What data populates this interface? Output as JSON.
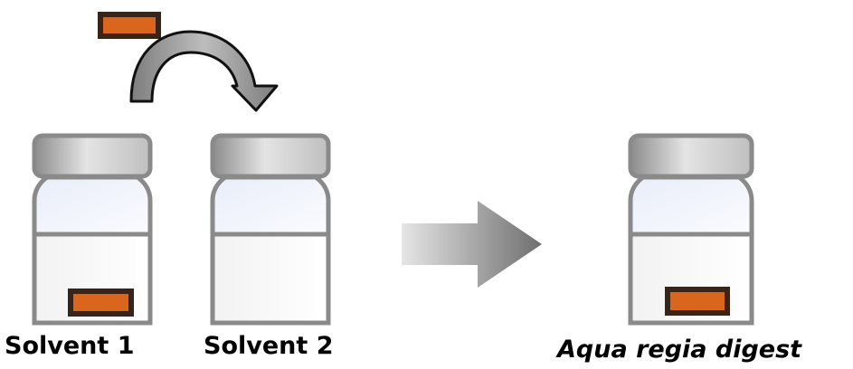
{
  "labels": {
    "vial1": "Solvent 1",
    "vial2": "Solvent 2",
    "vial3": "Aqua regia digest"
  },
  "colors": {
    "sample_chip": "#d9661c",
    "chip_border": "#3a2418",
    "vial_outline": "#8a8a8a",
    "arrow": "#8c8c8c"
  }
}
